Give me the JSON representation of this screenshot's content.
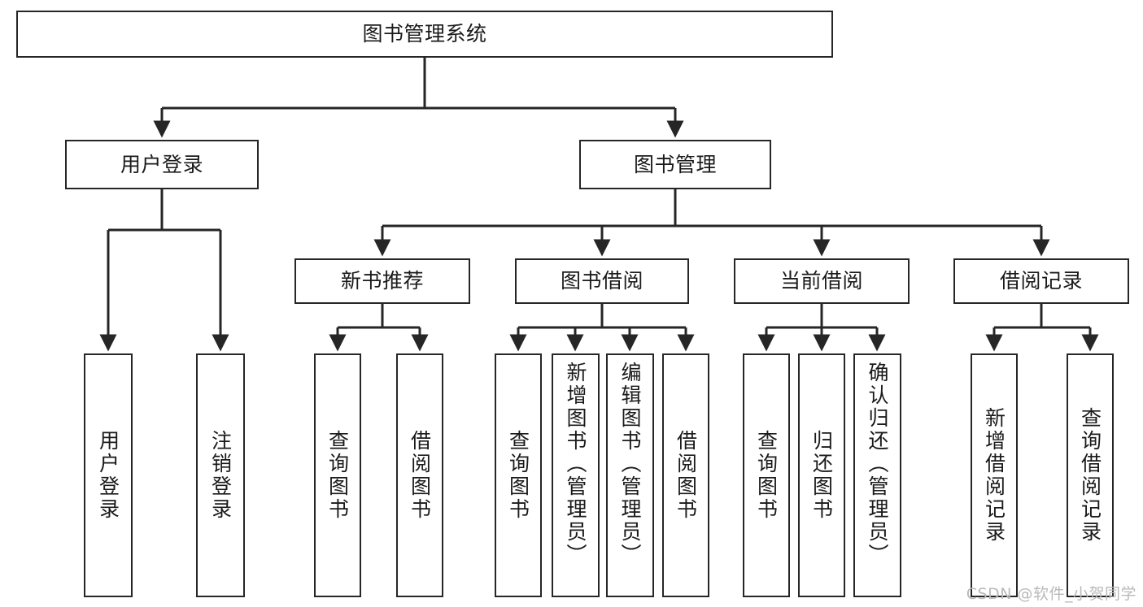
{
  "diagram": {
    "title": "图书管理系统",
    "type": "tree-hierarchy-diagram",
    "colors": {
      "box_border": "#262626",
      "box_fill": "#ffffff",
      "edge": "#262626",
      "text": "#1a1a1a",
      "watermark": "#b9b9b9",
      "background": "#ffffff"
    },
    "watermark": "CSDN @软件_小贺同学",
    "levels": {
      "level1": "root",
      "level2": "modules",
      "level3": "submodules",
      "level4": "functions"
    },
    "nodes": {
      "root": {
        "label": "图书管理系统"
      },
      "level2": [
        {
          "id": "user-login",
          "label": "用户登录"
        },
        {
          "id": "book-management",
          "label": "图书管理"
        }
      ],
      "level3": [
        {
          "id": "new-book-recommend",
          "label": "新书推荐"
        },
        {
          "id": "book-borrow",
          "label": "图书借阅"
        },
        {
          "id": "current-borrow",
          "label": "当前借阅"
        },
        {
          "id": "borrow-record",
          "label": "借阅记录"
        }
      ],
      "leaves": [
        {
          "id": "leaf-user-login",
          "label": "用户登录",
          "parent": "user-login"
        },
        {
          "id": "leaf-logout-login",
          "label": "注销登录",
          "parent": "user-login"
        },
        {
          "id": "leaf-query-book-1",
          "label": "查询图书",
          "parent": "new-book-recommend"
        },
        {
          "id": "leaf-borrow-book-1",
          "label": "借阅图书",
          "parent": "new-book-recommend"
        },
        {
          "id": "leaf-query-book-2",
          "label": "查询图书",
          "parent": "book-borrow"
        },
        {
          "id": "leaf-add-book",
          "label": "新增图书（管理员）",
          "parent": "book-borrow"
        },
        {
          "id": "leaf-edit-book",
          "label": "编辑图书（管理员）",
          "parent": "book-borrow"
        },
        {
          "id": "leaf-borrow-book-2",
          "label": "借阅图书",
          "parent": "book-borrow"
        },
        {
          "id": "leaf-query-book-3",
          "label": "查询图书",
          "parent": "current-borrow"
        },
        {
          "id": "leaf-return-book",
          "label": "归还图书",
          "parent": "current-borrow"
        },
        {
          "id": "leaf-confirm-return",
          "label": "确认归还（管理员）",
          "parent": "current-borrow"
        },
        {
          "id": "leaf-add-record",
          "label": "新增借阅记录",
          "parent": "borrow-record"
        },
        {
          "id": "leaf-query-record",
          "label": "查询借阅记录",
          "parent": "borrow-record"
        }
      ]
    }
  }
}
